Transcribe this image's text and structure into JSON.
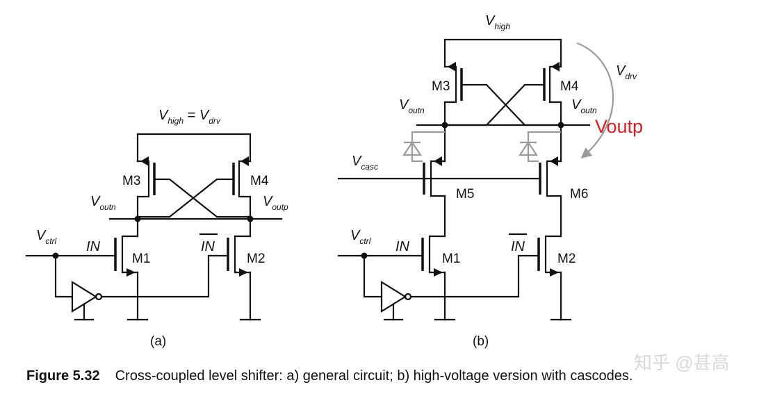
{
  "circuit_a": {
    "supply": "V",
    "supply_sub": "high",
    "supply_eq": "=",
    "supply2": "V",
    "supply2_sub": "drv",
    "m1": "M1",
    "m2": "M2",
    "m3": "M3",
    "m4": "M4",
    "voutn": "V",
    "voutn_sub": "outn",
    "voutp": "V",
    "voutp_sub": "outp",
    "vctrl": "V",
    "vctrl_sub": "ctrl",
    "in": "IN",
    "inb": "IN",
    "caption": "(a)"
  },
  "circuit_b": {
    "supply": "V",
    "supply_sub": "high",
    "vdrv": "V",
    "vdrv_sub": "drv",
    "m1": "M1",
    "m2": "M2",
    "m3": "M3",
    "m4": "M4",
    "m5": "M5",
    "m6": "M6",
    "voutn": "V",
    "voutn_sub": "outn",
    "voutp": "V",
    "voutp_sub": "outn",
    "annotation": "Voutp",
    "annotation_color": "#d42020",
    "vcasc": "V",
    "vcasc_sub": "casc",
    "vctrl": "V",
    "vctrl_sub": "ctrl",
    "in": "IN",
    "inb": "IN",
    "caption": "(b)"
  },
  "figure_caption": {
    "label": "Figure 5.32",
    "text": "Cross-coupled level shifter: a) general circuit; b) high-voltage version with cascodes."
  },
  "watermark": "知乎 @甚高"
}
